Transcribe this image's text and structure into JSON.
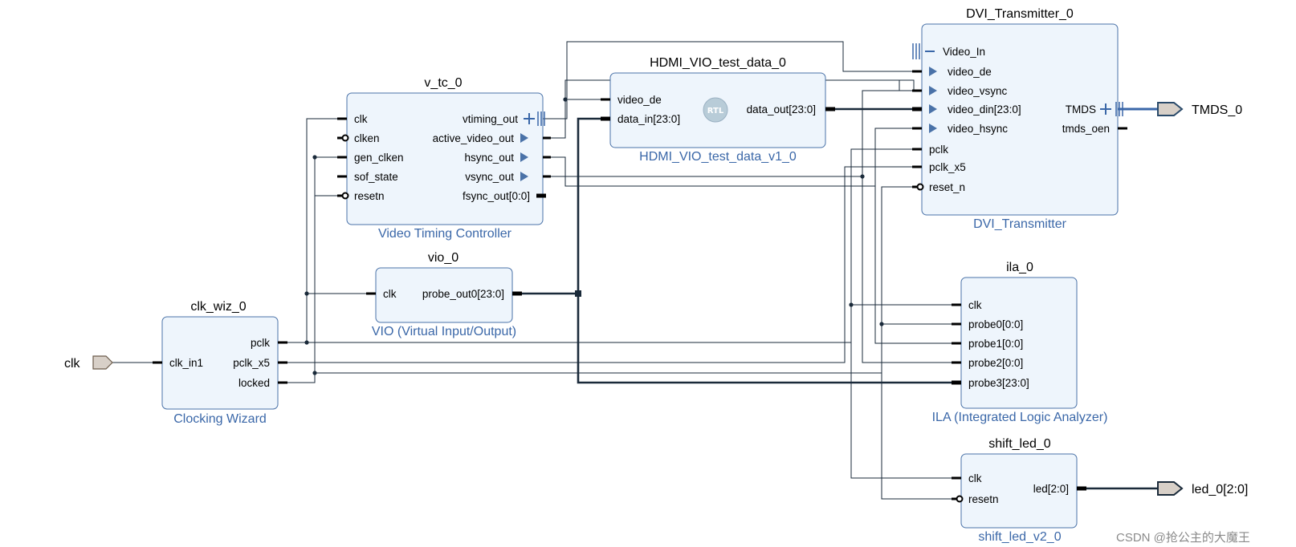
{
  "blocks": {
    "clk_wiz": {
      "instance": "clk_wiz_0",
      "type": "Clocking Wizard",
      "ports_in": [
        "clk_in1"
      ],
      "ports_out": [
        "pclk",
        "pclk_x5",
        "locked"
      ]
    },
    "vtc": {
      "instance": "v_tc_0",
      "type": "Video Timing Controller",
      "ports_in": [
        "clk",
        "clken",
        "gen_clken",
        "sof_state",
        "resetn"
      ],
      "ports_out": [
        "vtiming_out",
        "active_video_out",
        "hsync_out",
        "vsync_out",
        "fsync_out[0:0]"
      ]
    },
    "vio": {
      "instance": "vio_0",
      "type": "VIO (Virtual Input/Output)",
      "ports_in": [
        "clk"
      ],
      "ports_out": [
        "probe_out0[23:0]"
      ]
    },
    "hdmi": {
      "instance": "HDMI_VIO_test_data_0",
      "type": "HDMI_VIO_test_data_v1_0",
      "ports_in": [
        "video_de",
        "data_in[23:0]"
      ],
      "ports_out": [
        "data_out[23:0]"
      ],
      "badge": "RTL"
    },
    "dvi": {
      "instance": "DVI_Transmitter_0",
      "type": "DVI_Transmitter",
      "ports_in": [
        "Video_In",
        "video_de",
        "video_vsync",
        "video_din[23:0]",
        "video_hsync",
        "pclk",
        "pclk_x5",
        "reset_n"
      ],
      "ports_out": [
        "TMDS",
        "tmds_oen"
      ]
    },
    "ila": {
      "instance": "ila_0",
      "type": "ILA (Integrated Logic Analyzer)",
      "ports_in": [
        "clk",
        "probe0[0:0]",
        "probe1[0:0]",
        "probe2[0:0]",
        "probe3[23:0]"
      ]
    },
    "shift": {
      "instance": "shift_led_0",
      "type": "shift_led_v2_0",
      "ports_in": [
        "clk",
        "resetn"
      ],
      "ports_out": [
        "led[2:0]"
      ]
    }
  },
  "external_ports": {
    "clk_in": "clk",
    "tmds_out": "TMDS_0",
    "led_out": "led_0[2:0]"
  },
  "watermark": "CSDN @抢公主的大魔王",
  "colors": {
    "block_fill": "#eef5fc",
    "block_border": "#4a72a8",
    "label_blue": "#3a67a8",
    "wire": "#1a2a3a",
    "port_fill": "#d8d0c8"
  }
}
